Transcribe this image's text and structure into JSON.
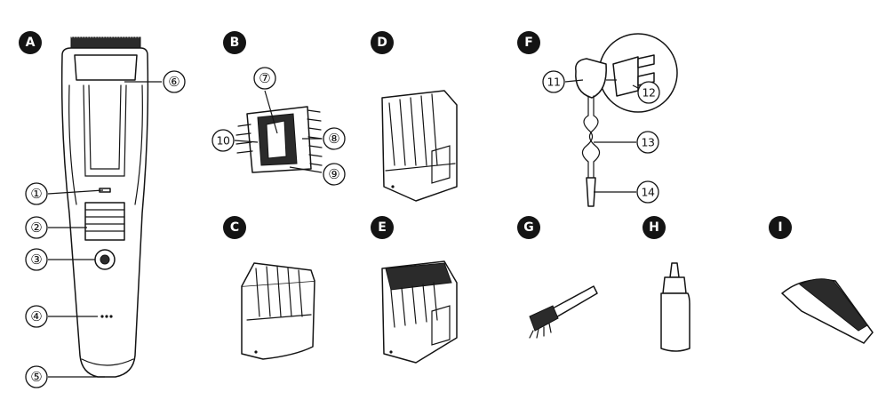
{
  "sections": [
    {
      "letter": "A",
      "name": "main-unit"
    },
    {
      "letter": "B",
      "name": "blade"
    },
    {
      "letter": "C",
      "name": "comb-attachment-small"
    },
    {
      "letter": "D",
      "name": "comb-attachment-medium"
    },
    {
      "letter": "E",
      "name": "comb-attachment-large"
    },
    {
      "letter": "F",
      "name": "ac-adaptor"
    },
    {
      "letter": "G",
      "name": "cleaning-brush"
    },
    {
      "letter": "H",
      "name": "oil"
    },
    {
      "letter": "I",
      "name": "pouch"
    }
  ],
  "callouts": {
    "n1": "①",
    "n2": "②",
    "n3": "③",
    "n4": "④",
    "n5": "⑤",
    "n6": "⑥",
    "n7": "⑦",
    "n8": "⑧",
    "n9": "⑨",
    "n10": "10",
    "n11": "11",
    "n12": "12",
    "n13": "13",
    "n14": "14"
  },
  "colors": {
    "ink": "#141414",
    "paper": "#ffffff",
    "grip": "#2b2b2b"
  }
}
